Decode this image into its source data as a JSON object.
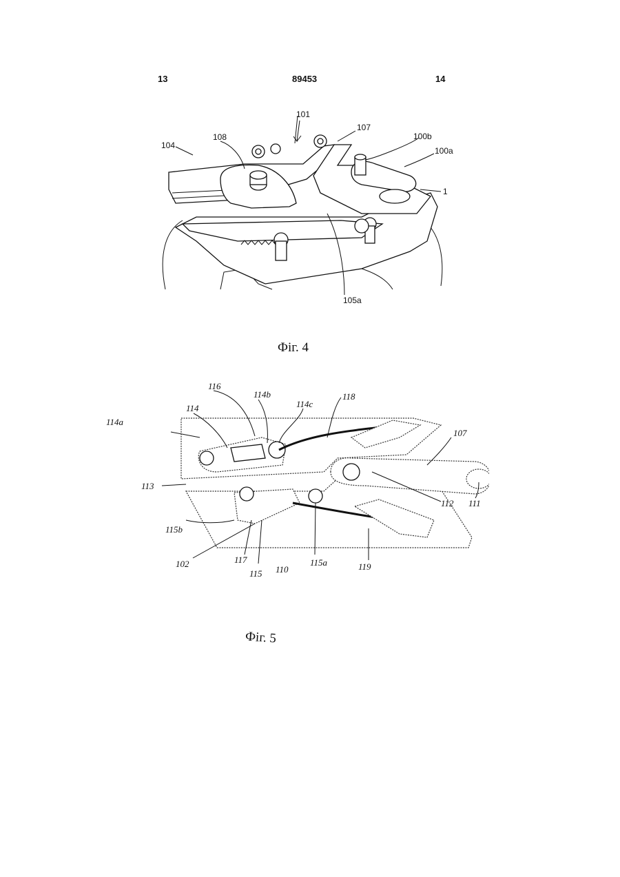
{
  "header": {
    "page_left": "13",
    "doc_number": "89453",
    "page_right": "14"
  },
  "figure4": {
    "caption": "Фіг. 4",
    "labels": {
      "l101": "101",
      "l104": "104",
      "l108": "108",
      "l107": "107",
      "l100b": "100b",
      "l100a": "100a",
      "l1": "1",
      "l105a": "105a"
    }
  },
  "figure5": {
    "caption": "Фіг. 5",
    "labels": {
      "l116": "116",
      "l114b": "114b",
      "l114c": "114c",
      "l118": "118",
      "l114a": "114a",
      "l114": "114",
      "l107": "107",
      "l113": "113",
      "l112": "112",
      "l111": "111",
      "l115b": "115b",
      "l102": "102",
      "l117": "117",
      "l115": "115",
      "l110": "110",
      "l115a": "115a",
      "l119": "119"
    }
  }
}
